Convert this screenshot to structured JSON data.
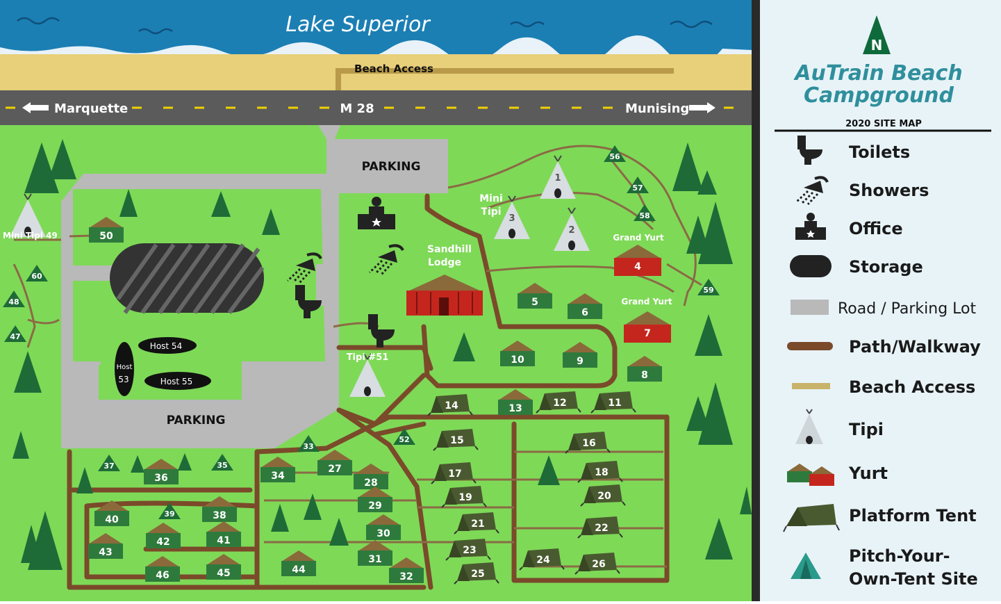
{
  "map": {
    "lake_label": "Lake Superior",
    "beach_access_label": "Beach Access",
    "road_west": "Marquette",
    "road_center": "M 28",
    "road_east": "Munising",
    "parking_north": "PARKING",
    "parking_south": "PARKING",
    "lodge_label": [
      "Sandhill",
      "Lodge"
    ],
    "mini_tipi_label": [
      "Mini",
      "Tipi"
    ],
    "mini_tipi_49": "Mini Tipi 49",
    "tipi_51": "Tipi #51",
    "grand_yurt_a": "Grand Yurt",
    "grand_yurt_b": "Grand Yurt",
    "host_54": "Host 54",
    "host_55": "Host 55",
    "host_53": [
      "Host",
      "53"
    ],
    "tipis": [
      "1",
      "2",
      "3"
    ],
    "grand_yurts": [
      "4",
      "7"
    ],
    "yurts": [
      "5",
      "6",
      "8",
      "9",
      "10",
      "13",
      "27",
      "28",
      "29",
      "30",
      "31",
      "32",
      "34",
      "36",
      "38",
      "40",
      "41",
      "42",
      "43",
      "44",
      "45",
      "46",
      "50"
    ],
    "platform_tents": [
      "11",
      "12",
      "14",
      "15",
      "16",
      "17",
      "18",
      "19",
      "20",
      "21",
      "22",
      "23",
      "24",
      "25",
      "26"
    ],
    "tent_sites": [
      "33",
      "35",
      "37",
      "39",
      "47",
      "48",
      "52",
      "56",
      "57",
      "58",
      "59",
      "60"
    ]
  },
  "legend": {
    "title_line1": "AuTrain Beach",
    "title_line2": "Campground",
    "subtitle": "2020 SITE MAP",
    "north": "N",
    "items": [
      {
        "icon": "toilet-icon",
        "label": "Toilets"
      },
      {
        "icon": "shower-icon",
        "label": "Showers"
      },
      {
        "icon": "office-icon",
        "label": "Office"
      },
      {
        "icon": "storage-icon",
        "label": "Storage"
      },
      {
        "icon": "road-swatch-icon",
        "label": "Road / Parking Lot"
      },
      {
        "icon": "path-swatch-icon",
        "label": "Path/Walkway"
      },
      {
        "icon": "beach-swatch-icon",
        "label": "Beach Access"
      },
      {
        "icon": "tipi-icon",
        "label": "Tipi"
      },
      {
        "icon": "yurt-icon",
        "label": "Yurt"
      },
      {
        "icon": "platform-tent-icon",
        "label": "Platform Tent"
      },
      {
        "icon": "tent-site-icon",
        "label": "Pitch-Your-"
      },
      {
        "icon": "tent-site-icon",
        "label": "Own-Tent Site"
      }
    ]
  },
  "colors": {
    "lake": "#1b7fb4",
    "sand": "#e8cf79",
    "grass": "#7ed957",
    "road": "#5b5b5b",
    "parking": "#b9b9b9",
    "path": "#7a4a2a",
    "legend_bg": "#e8f3f8",
    "yurt_green": "#2e7a3c",
    "yurt_red": "#c4261e",
    "tree": "#1f6b37",
    "title_teal": "#2f8f9c"
  }
}
